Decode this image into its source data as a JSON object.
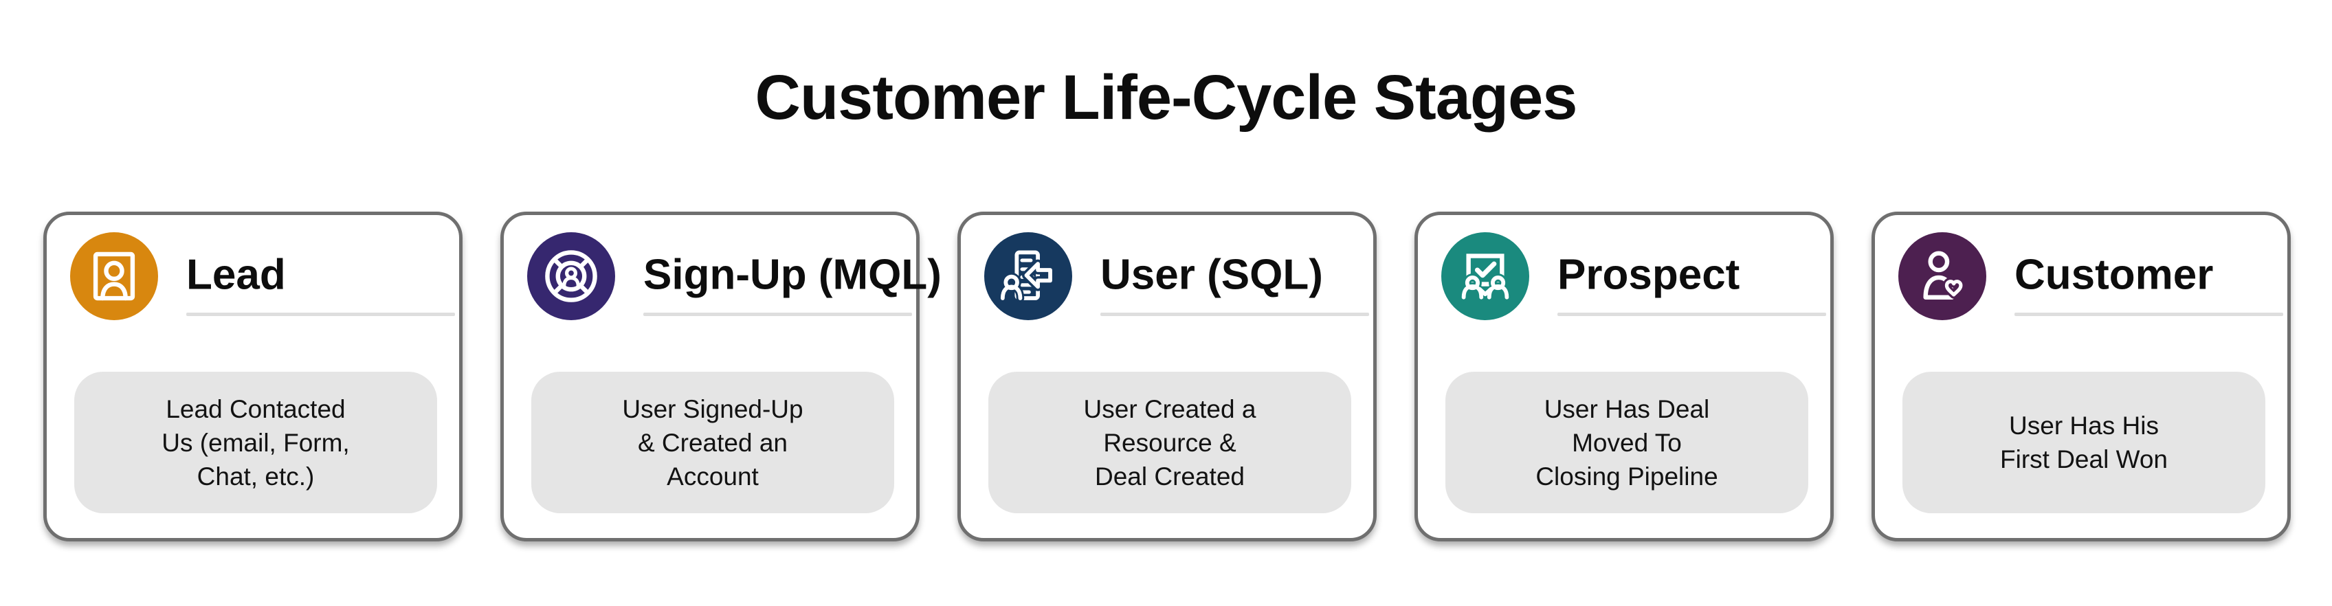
{
  "page": {
    "background": "#ffffff"
  },
  "header": {
    "title": "Customer Life-Cycle Stages"
  },
  "style": {
    "card_border_color": "#6f6f6f",
    "separator_color": "#dedede",
    "description_box_color": "#e5e5e5",
    "icon_glyph_color": "#ffffff"
  },
  "cards": [
    {
      "title": "Lead",
      "icon": "id-badge-user-icon",
      "color": "#d8870f",
      "description": "Lead Contacted\nUs (email, Form,\nChat, etc.)"
    },
    {
      "title": "Sign-Up (MQL)",
      "icon": "target-user-icon",
      "color": "#36276f",
      "description": "User Signed-Up\n& Created an\nAccount"
    },
    {
      "title": "User (SQL)",
      "icon": "document-transfer-user-icon",
      "color": "#16395f",
      "description": "User Created a\nResource &\nDeal Created"
    },
    {
      "title": "Prospect",
      "icon": "deal-check-people-icon",
      "color": "#1a8a7e",
      "description": "User Has Deal\nMoved To\nClosing Pipeline"
    },
    {
      "title": "Customer",
      "icon": "user-heart-icon",
      "color": "#4d2050",
      "description": "User Has His\nFirst Deal Won"
    }
  ]
}
